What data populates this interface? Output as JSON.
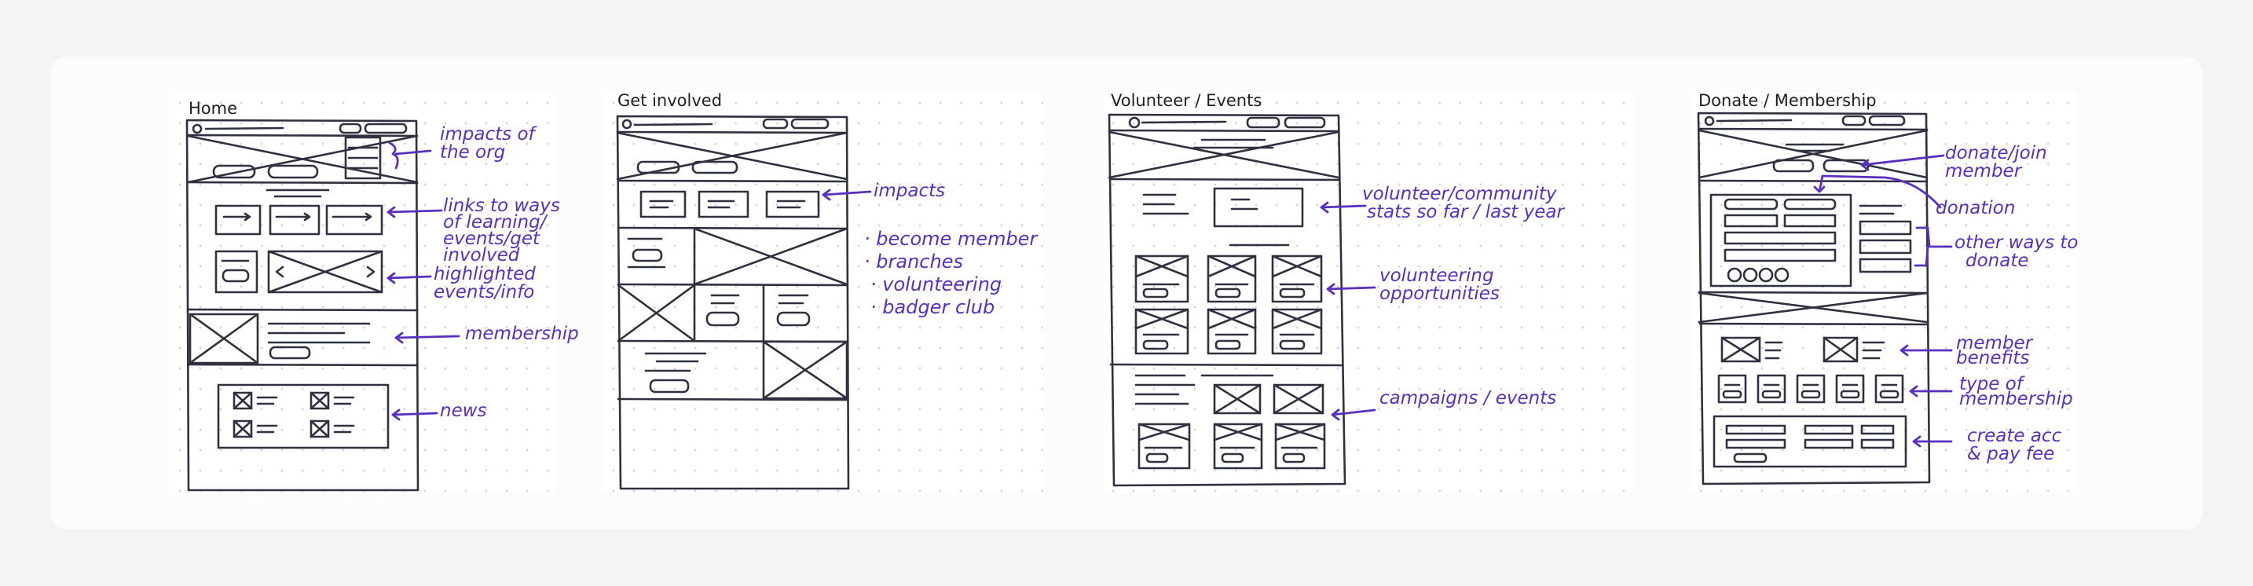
{
  "sketches": [
    {
      "id": "home",
      "title": "Home",
      "notes": [
        {
          "name": "note-impacts-of-the-org",
          "lines": [
            "impacts of",
            "the org"
          ]
        },
        {
          "name": "note-links-to-ways",
          "lines": [
            "links to ways",
            "of learning/",
            "events/get",
            "involved"
          ]
        },
        {
          "name": "note-highlighted-events",
          "lines": [
            "highlighted",
            "events/info"
          ]
        },
        {
          "name": "note-membership",
          "lines": [
            "membership"
          ]
        },
        {
          "name": "note-news",
          "lines": [
            "news"
          ]
        }
      ]
    },
    {
      "id": "get-involved",
      "title": "Get involved",
      "notes": [
        {
          "name": "note-impacts",
          "lines": [
            "impacts"
          ]
        }
      ],
      "bullets": [
        "become member",
        "branches",
        "volunteering",
        "badger club"
      ]
    },
    {
      "id": "volunteer-events",
      "title": "Volunteer / Events",
      "notes": [
        {
          "name": "note-volunteer-stats",
          "lines": [
            "volunteer/community",
            "stats so far / last year"
          ]
        },
        {
          "name": "note-volunteering-opportunities",
          "lines": [
            "volunteering",
            "opportunities"
          ]
        },
        {
          "name": "note-campaigns-events",
          "lines": [
            "campaigns / events"
          ]
        }
      ]
    },
    {
      "id": "donate-membership",
      "title": "Donate / Membership",
      "notes": [
        {
          "name": "note-donate-join-member",
          "lines": [
            "donate/join",
            "member"
          ]
        },
        {
          "name": "note-donation",
          "lines": [
            "donation"
          ]
        },
        {
          "name": "note-other-ways-to-donate",
          "lines": [
            "other ways to",
            "donate"
          ]
        },
        {
          "name": "note-member-benefits",
          "lines": [
            "member",
            "benefits"
          ]
        },
        {
          "name": "note-type-of-membership",
          "lines": [
            "type of",
            "membership"
          ]
        },
        {
          "name": "note-create-acc",
          "lines": [
            "create acc",
            "& pay fee"
          ]
        }
      ]
    }
  ]
}
